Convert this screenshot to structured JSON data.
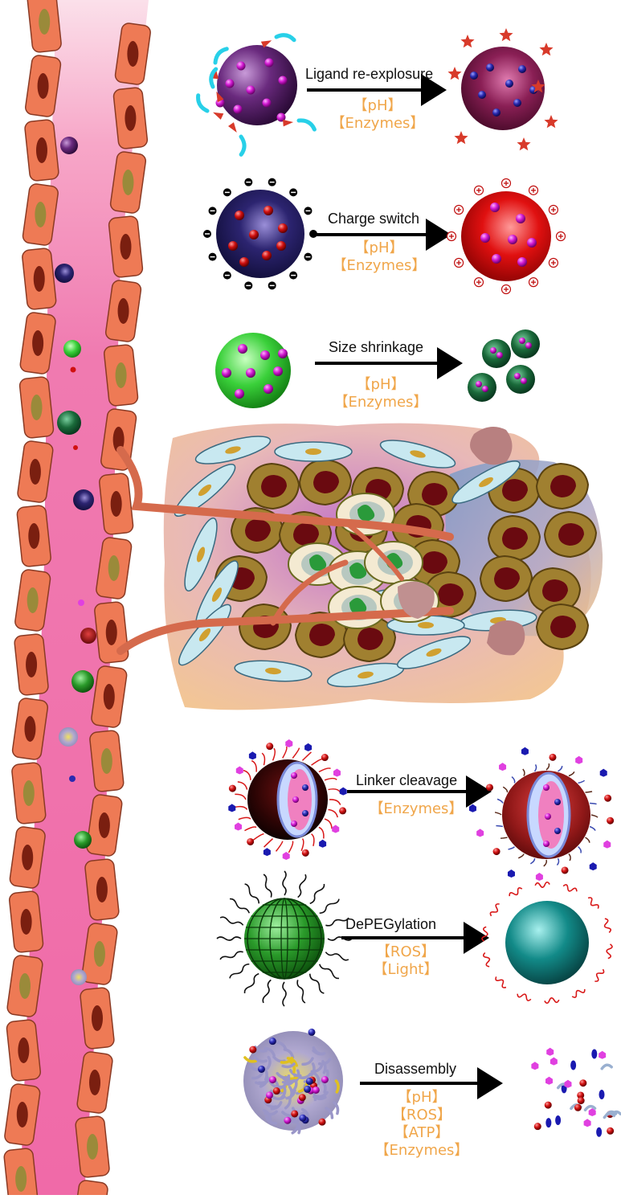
{
  "diagram": {
    "transformations": [
      {
        "label": "Ligand re-explosure",
        "stimuli": [
          "【pH】",
          "【Enzymes】"
        ]
      },
      {
        "label": "Charge switch",
        "stimuli": [
          "【pH】",
          "【Enzymes】"
        ]
      },
      {
        "label": "Size shrinkage",
        "stimuli": [
          "【pH】",
          "【Enzymes】"
        ]
      },
      {
        "label": "Linker cleavage",
        "stimuli": [
          "【Enzymes】"
        ]
      },
      {
        "label": "DePEGylation",
        "stimuli": [
          "【ROS】",
          "【Light】"
        ]
      },
      {
        "label": "Disassembly",
        "stimuli": [
          "【pH】",
          "【ROS】",
          "【ATP】",
          "【Enzymes】"
        ]
      }
    ],
    "charge_signs": {
      "negative": "−",
      "positive": "+"
    },
    "colors": {
      "vessel": "#f07ab0",
      "endothelial_cell": "#ee7a55",
      "nucleus": "#7a1f10",
      "stimulus_text": "#f0a64a",
      "arrow": "#000000"
    }
  }
}
